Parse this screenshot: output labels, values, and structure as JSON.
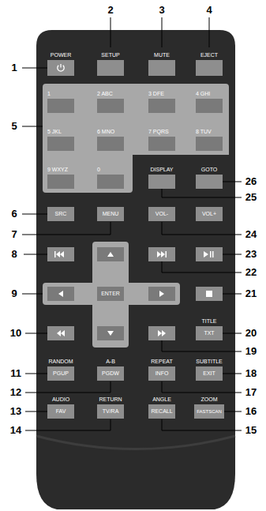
{
  "diagram": {
    "nodes": [
      {
        "text": [
          "POWER"
        ]
      },
      {
        "text": [
          "SETUP"
        ]
      },
      {
        "text": [
          "MUTE"
        ]
      },
      {
        "text": [
          "EJECT"
        ]
      },
      {
        "text": [
          "1"
        ]
      },
      {
        "text": [
          "2 ABC"
        ]
      },
      {
        "text": [
          "3 DFE"
        ]
      },
      {
        "text": [
          "4 GHI"
        ]
      },
      {
        "text": [
          "5 JKL"
        ]
      },
      {
        "text": [
          "6 MNO"
        ]
      },
      {
        "text": [
          "7 PQRS"
        ]
      },
      {
        "text": [
          "8 TUV"
        ]
      },
      {
        "text": [
          "9 WXYZ"
        ]
      },
      {
        "text": [
          "0"
        ]
      },
      {
        "text": [
          "DISPLAY"
        ]
      },
      {
        "text": [
          "GOTO"
        ]
      },
      {
        "text": [
          "SRC"
        ]
      },
      {
        "text": [
          "MENU"
        ]
      },
      {
        "text": [
          "VOL-"
        ]
      },
      {
        "text": [
          "VOL+"
        ]
      },
      {
        "text": [
          "ENTER"
        ]
      },
      {
        "text": [
          "TITLE",
          "TXT"
        ]
      },
      {
        "text": [
          "RANDOM",
          "PGUP"
        ]
      },
      {
        "text": [
          "A-B",
          "PGDW"
        ]
      },
      {
        "text": [
          "REPEAT",
          "INFO"
        ]
      },
      {
        "text": [
          "SUBTITLE",
          "EXIT"
        ]
      },
      {
        "text": [
          "AUDIO",
          "FAV"
        ]
      },
      {
        "text": [
          "RETURN",
          "TV/RA"
        ]
      },
      {
        "text": [
          "ANGLE",
          "RECALL"
        ]
      },
      {
        "text": [
          "ZOOM",
          "FASTSCAN"
        ]
      }
    ],
    "labels": [
      "1",
      "2",
      "3",
      "4",
      "5",
      "6",
      "7",
      "8",
      "9",
      "10",
      "11",
      "12",
      "13",
      "14",
      "15",
      "16",
      "17",
      "18",
      "19",
      "20",
      "21",
      "22",
      "23",
      "24",
      "25",
      "26"
    ]
  }
}
